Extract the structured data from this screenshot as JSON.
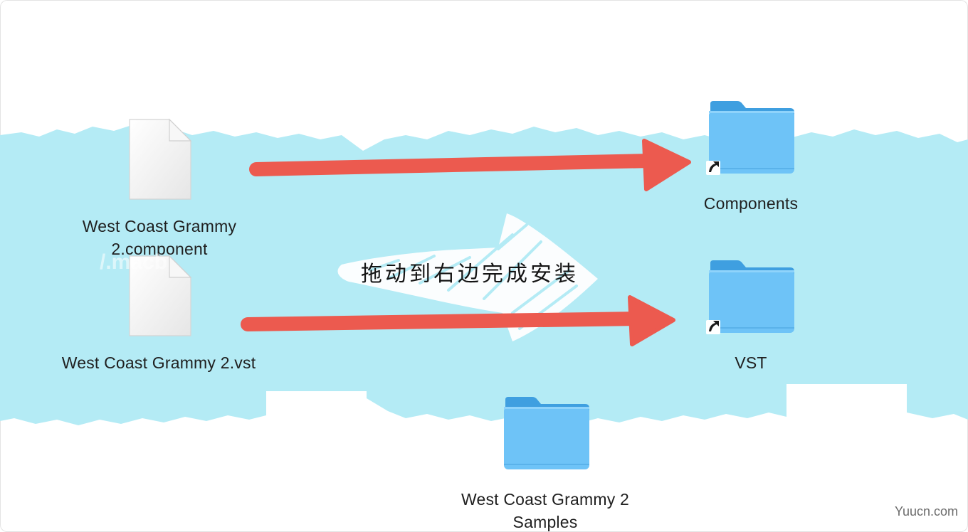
{
  "files": [
    {
      "name_line1": "West Coast Grammy",
      "name_line2": "2.component",
      "icon": "document-icon"
    },
    {
      "name": "West Coast Grammy 2.vst",
      "icon": "document-icon"
    }
  ],
  "folders": [
    {
      "name": "Components",
      "icon": "folder-alias-icon"
    },
    {
      "name": "VST",
      "icon": "folder-alias-icon"
    },
    {
      "name_line1": "West Coast Grammy 2",
      "name_line2": "Samples",
      "icon": "folder-icon"
    }
  ],
  "instruction": "拖动到右边完成安装",
  "watermarks": {
    "corner": "Yuucn.com",
    "mid": "/.macb"
  },
  "colors": {
    "band": "#b4ebf5",
    "arrow": "#ec5a4f",
    "folder_body": "#6ec3f7",
    "folder_tab": "#3f9fe0"
  }
}
